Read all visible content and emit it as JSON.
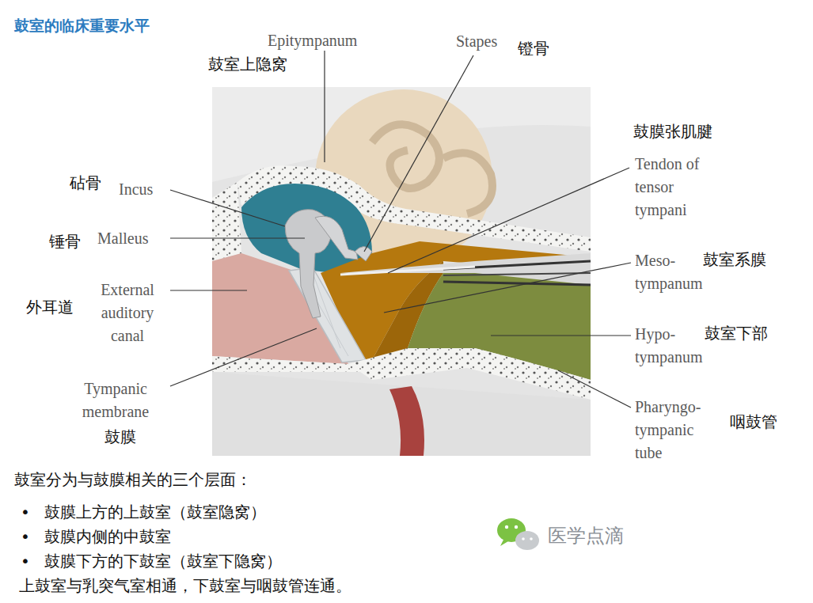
{
  "diagram": {
    "title": "鼓室的临床重要水平",
    "labels": [
      "Epitympanum",
      "鼓室上隐窝",
      "Stapes",
      "镫骨",
      "鼓膜张肌腱",
      "Tendon of tensor tympani",
      "砧骨",
      "Incus",
      "锤骨",
      "Malleus",
      "Meso- tympanum",
      "鼓室系膜",
      "External auditory canal",
      "外耳道",
      "Hypo- tympanum",
      "鼓室下部",
      "Tympanic membrane",
      "鼓膜",
      "Pharyngo- tympanic tube",
      "咽鼓管",
      "鼓室分为与鼓膜相关的三个层面：",
      "•",
      "鼓膜上方的上鼓室（鼓室隐窝）",
      "•",
      "鼓膜内侧的中鼓室",
      "•",
      "鼓膜下方的下鼓室（鼓室下隐窝）",
      "上鼓室与乳突气室相通，下鼓室与咽鼓管连通。",
      "医学点滴"
    ]
  }
}
